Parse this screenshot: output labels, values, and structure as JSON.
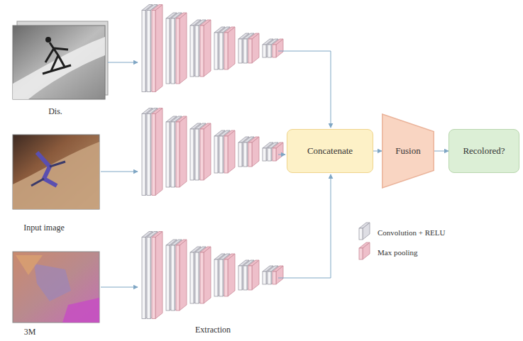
{
  "diagram": {
    "nodes": [
      {
        "text": [
          "Concatenate"
        ]
      },
      {
        "text": [
          "Fusion"
        ]
      },
      {
        "text": [
          "Recolored?"
        ]
      }
    ],
    "edges": [
      {
        "from": 0,
        "to": 1,
        "arrow": "to"
      },
      {
        "from": 1,
        "to": 2,
        "arrow": "to"
      }
    ],
    "labels": [
      "Dis.",
      "Input image",
      "3M",
      "Extraction"
    ],
    "legend": [
      {
        "text": "Convolution + RELU"
      },
      {
        "text": "Max pooling"
      }
    ]
  }
}
